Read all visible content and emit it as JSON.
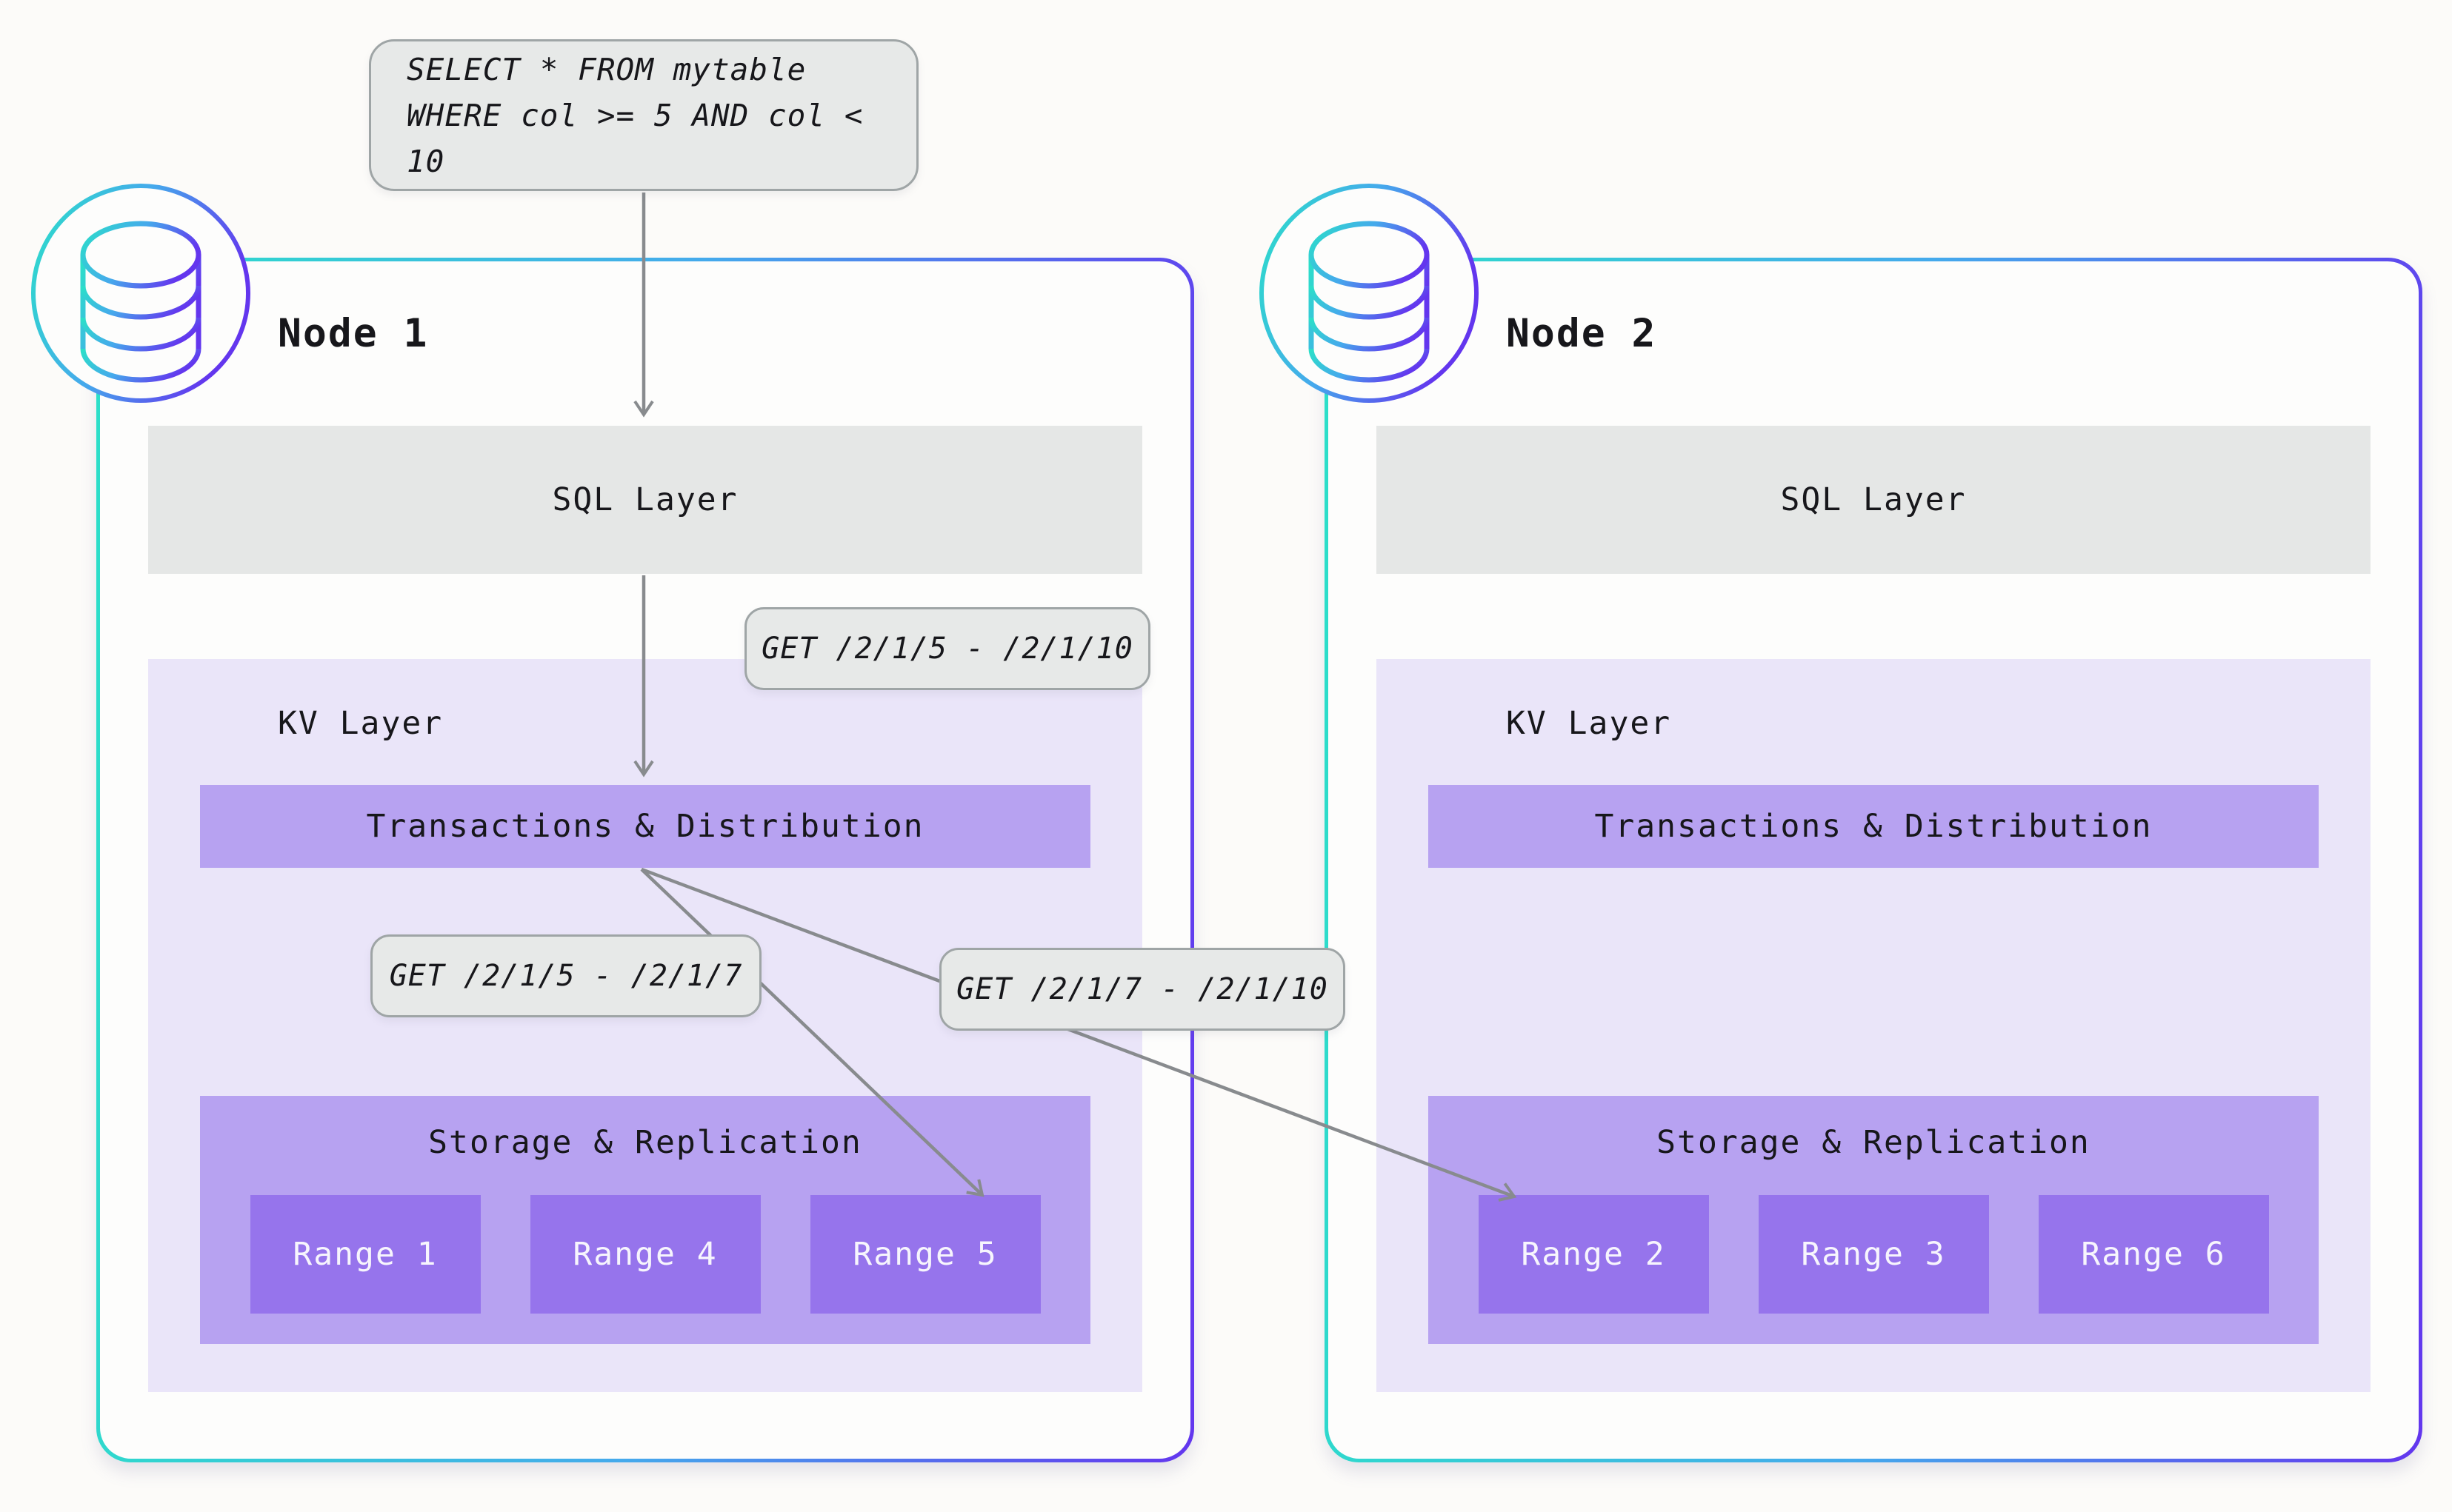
{
  "query_card": {
    "lines": [
      "SELECT * FROM mytable",
      "WHERE col >= 5 AND col < 10"
    ]
  },
  "request_labels": {
    "full_span": "GET /2/1/5 - /2/1/10",
    "left_split": "GET /2/1/5 - /2/1/7",
    "right_split": "GET /2/1/7 - /2/1/10"
  },
  "nodes": [
    {
      "title": "Node 1",
      "sql_layer": "SQL Layer",
      "kv_layer": "KV Layer",
      "transactions": "Transactions & Distribution",
      "storage": "Storage & Replication",
      "ranges": [
        "Range 1",
        "Range 4",
        "Range 5"
      ]
    },
    {
      "title": "Node 2",
      "sql_layer": "SQL Layer",
      "kv_layer": "KV Layer",
      "transactions": "Transactions & Distribution",
      "storage": "Storage & Replication",
      "ranges": [
        "Range 2",
        "Range 3",
        "Range 6"
      ]
    }
  ],
  "icons": {
    "node_1_badge": "database-icon",
    "node_2_badge": "database-icon"
  },
  "colors": {
    "accent_teal": "#2BE0C8",
    "accent_blue": "#45A9EC",
    "accent_purple": "#6336EE",
    "node_fill": "#FDFDFC",
    "page_bg": "#FCFBF9",
    "sql_gray": "#E5E7E6",
    "label_gray": "#E7E9E8",
    "label_border": "#9FA5A6",
    "kv_bg": "#EAE5F9",
    "layer_purple": "#B7A2F1",
    "range_purple": "#9674EC",
    "text_dark": "#17171B",
    "text_light": "#F7F5FD",
    "arrow_gray": "#888B8E"
  }
}
